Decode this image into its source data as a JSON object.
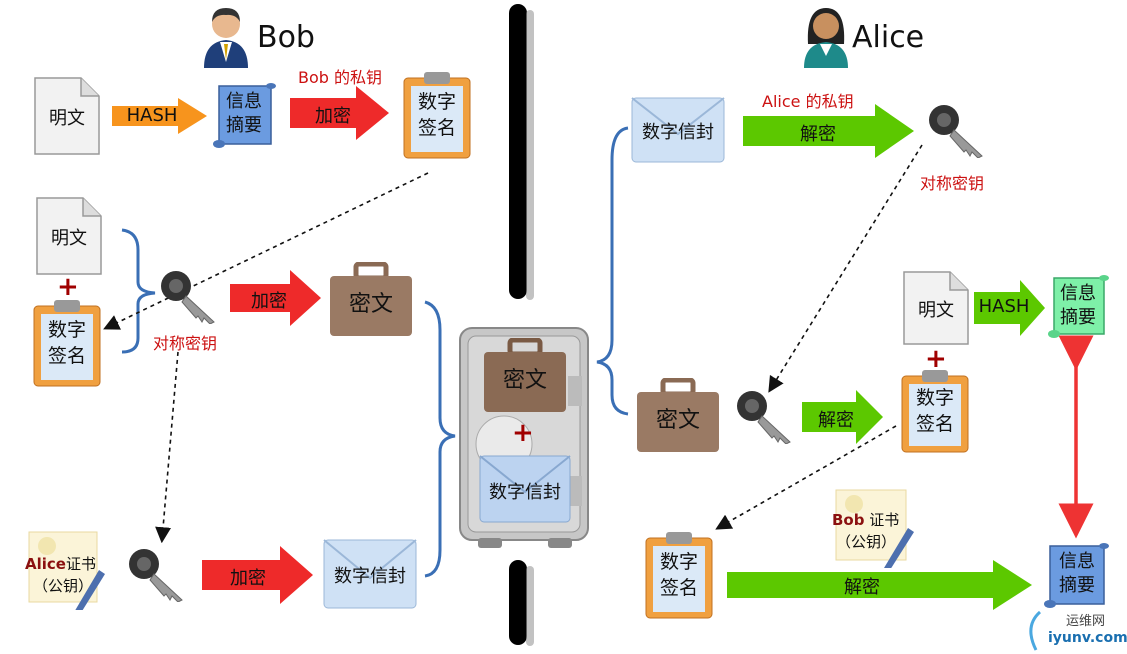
{
  "bob": {
    "name": "Bob",
    "private_key_label": "Bob 的私钥"
  },
  "alice": {
    "name": "Alice",
    "private_key_label": "Alice 的私钥"
  },
  "labels": {
    "plaintext": "明文",
    "hash": "HASH",
    "digest_line1": "信息",
    "digest_line2": "摘要",
    "encrypt": "加密",
    "decrypt": "解密",
    "signature_line1": "数字",
    "signature_line2": "签名",
    "symmetric_key": "对称密钥",
    "ciphertext": "密文",
    "envelope": "数字信封",
    "plus": "+",
    "alice_cert_name": "Alice",
    "bob_cert_name": "Bob",
    "cert_word": "证书",
    "public_key": "（公钥）"
  },
  "watermark": {
    "line1": "运维网",
    "line2": "iyunv.com"
  },
  "colors": {
    "hash_arrow": "#f7941d",
    "encrypt_arrow": "#ee2a2a",
    "decrypt_arrow": "#5cc800",
    "bracket": "#3a6fb5",
    "digest_scroll": "#6b9be0",
    "digest_scroll_alice": "#7ef0a8",
    "double_arrow": "#ee3333"
  }
}
